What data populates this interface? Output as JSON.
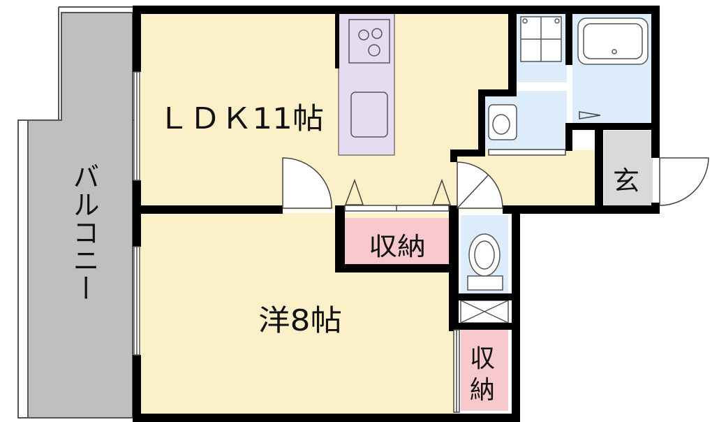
{
  "rooms": {
    "ldk": "ＬＤＫ11帖",
    "bedroom": "洋8帖",
    "storage_center": "収納",
    "storage_right_line1": "収",
    "storage_right_line2": "納",
    "entrance": "玄",
    "balcony": "バルコニー"
  },
  "colors": {
    "floor": "#fbf0c8",
    "wet_area": "#dcecfb",
    "kitchen": "#e6dcf2",
    "storage": "#f7c8cc",
    "balcony": "#bfbfbf",
    "entrance": "#d9d9d9",
    "wall": "#000000"
  }
}
